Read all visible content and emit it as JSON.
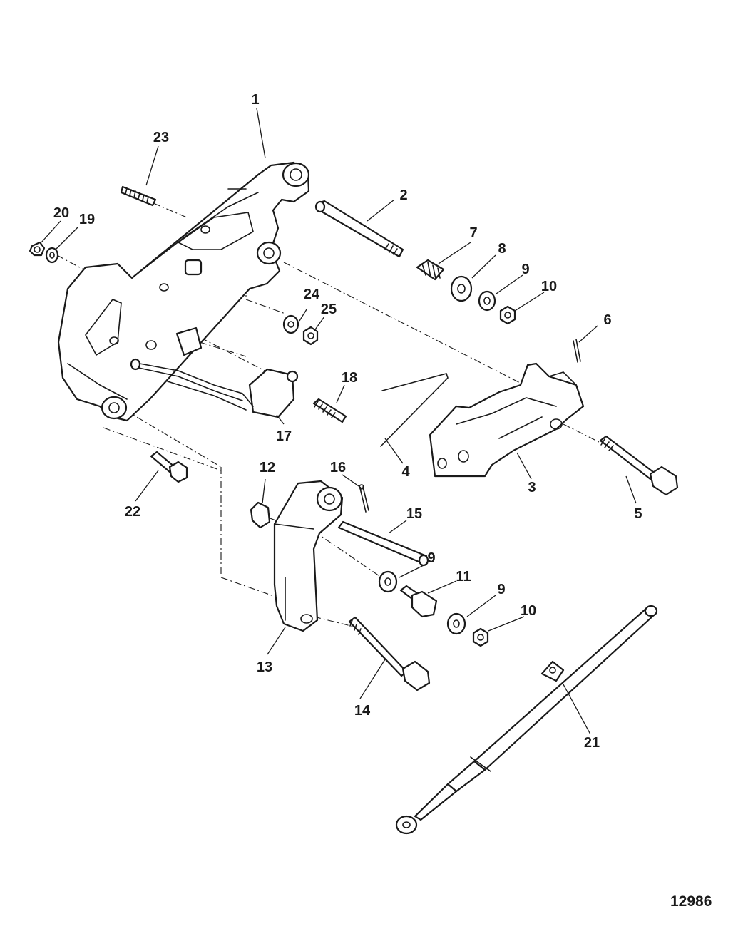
{
  "figure_number": "12986",
  "callouts": [
    {
      "id": "c1",
      "text": "1"
    },
    {
      "id": "c2",
      "text": "2"
    },
    {
      "id": "c3",
      "text": "3"
    },
    {
      "id": "c4",
      "text": "4"
    },
    {
      "id": "c5",
      "text": "5"
    },
    {
      "id": "c6",
      "text": "6"
    },
    {
      "id": "c7",
      "text": "7"
    },
    {
      "id": "c8",
      "text": "8"
    },
    {
      "id": "c9a",
      "text": "9"
    },
    {
      "id": "c10a",
      "text": "10"
    },
    {
      "id": "c9b",
      "text": "9"
    },
    {
      "id": "c11",
      "text": "11"
    },
    {
      "id": "c9c",
      "text": "9"
    },
    {
      "id": "c10b",
      "text": "10"
    },
    {
      "id": "c12",
      "text": "12"
    },
    {
      "id": "c13",
      "text": "13"
    },
    {
      "id": "c14",
      "text": "14"
    },
    {
      "id": "c15",
      "text": "15"
    },
    {
      "id": "c16",
      "text": "16"
    },
    {
      "id": "c17",
      "text": "17"
    },
    {
      "id": "c18",
      "text": "18"
    },
    {
      "id": "c19",
      "text": "19"
    },
    {
      "id": "c20",
      "text": "20"
    },
    {
      "id": "c21",
      "text": "21"
    },
    {
      "id": "c22",
      "text": "22"
    },
    {
      "id": "c23",
      "text": "23"
    },
    {
      "id": "c24",
      "text": "24"
    },
    {
      "id": "c25",
      "text": "25"
    }
  ]
}
